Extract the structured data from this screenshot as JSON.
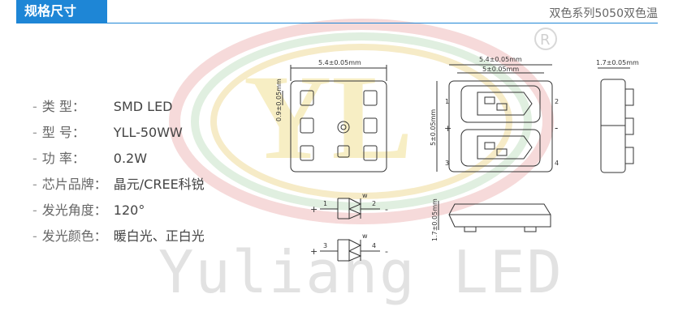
{
  "header": {
    "tab_label": "规格尺寸",
    "right_title": "双色系列5050双色温"
  },
  "watermark": {
    "logo_text": "YL",
    "registered_mark": "R",
    "brand_text": "Yuliang LED"
  },
  "specs": [
    {
      "key": "类  型：",
      "value": "SMD LED"
    },
    {
      "key": "型  号：",
      "value": "YLL-50WW"
    },
    {
      "key": "功  率：",
      "value": "0.2W"
    },
    {
      "key": "芯片品牌：",
      "value": "晶元/CREE科锐"
    },
    {
      "key": "发光角度：",
      "value": "120°"
    },
    {
      "key": "发光颜色：",
      "value": "暖白光、正白光"
    }
  ],
  "dimensions": {
    "top_width": "5.4±0.05mm",
    "top_pad": "0.9±0.05mm",
    "side_width": "5.4±0.05mm",
    "inner_width": "5±0.05mm",
    "side_height": "5±0.05mm",
    "thickness_top": "1.7±0.05mm",
    "thickness_side": "1.7±0.05mm",
    "pins": [
      "1",
      "2",
      "3",
      "4"
    ],
    "plus": "+",
    "minus": "-",
    "w_label": "w"
  },
  "colors": {
    "accent": "#1e86d6",
    "watermark_red": "#f4c9c9",
    "watermark_yellow": "#f6e7b8",
    "watermark_green": "#cfe9cf"
  }
}
